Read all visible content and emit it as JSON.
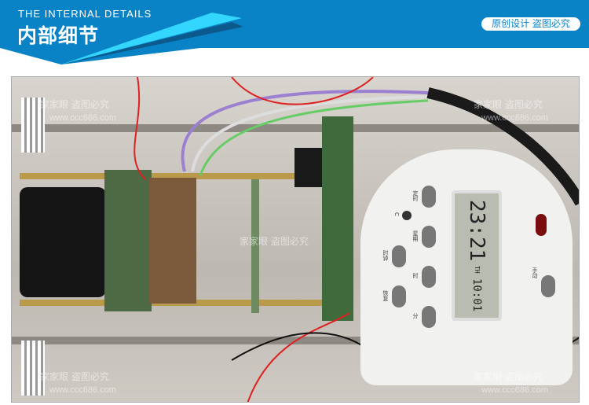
{
  "header": {
    "subtitle_en": "THE INTERNAL DETAILS",
    "title_cn": "内部细节",
    "badge": "原创设计 盗图必究",
    "colors": {
      "banner": "#0a82c6",
      "accent": "#33d6ff"
    }
  },
  "photo": {
    "watermarks": [
      {
        "brand": "家家眼",
        "notice": "盗图必究",
        "url": "www.ccc686.com"
      }
    ],
    "timer": {
      "display_time": "23:21",
      "display_day": "TH",
      "display_extra": "10:01",
      "buttons": [
        "定时",
        "星期",
        "时钟",
        "时",
        "恢复",
        "分",
        "手动",
        "C"
      ]
    }
  }
}
